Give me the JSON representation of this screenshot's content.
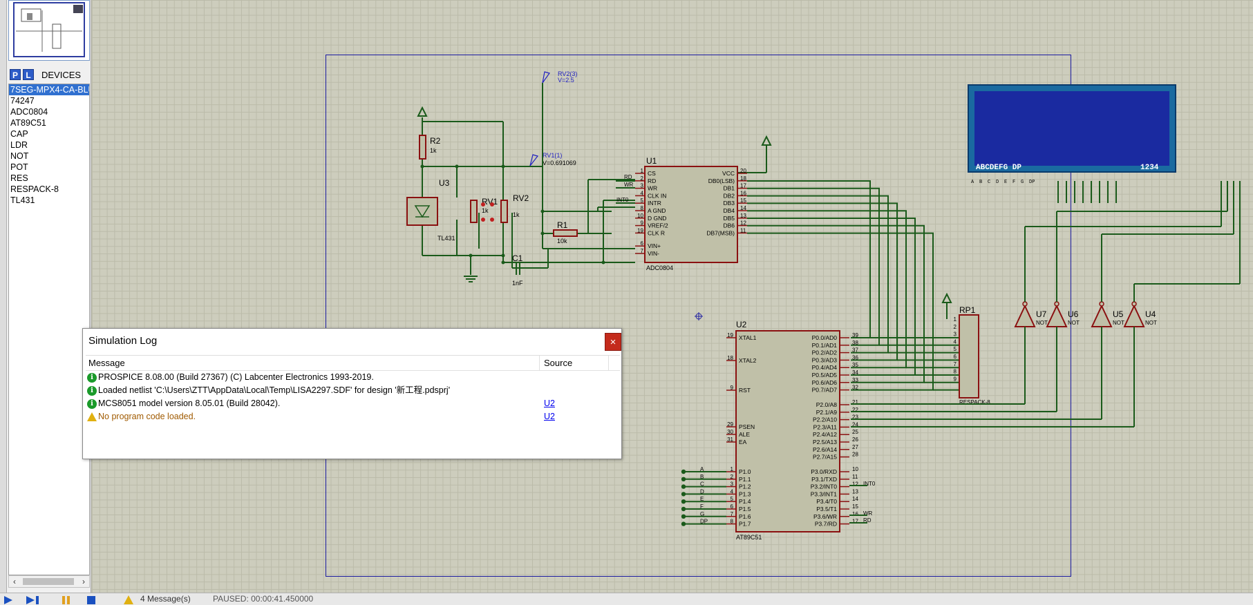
{
  "devices": {
    "p_label": "P",
    "l_label": "L",
    "title": "DEVICES",
    "items": [
      "7SEG-MPX4-CA-BLUE",
      "74247",
      "ADC0804",
      "AT89C51",
      "CAP",
      "LDR",
      "NOT",
      "POT",
      "RES",
      "RESPACK-8",
      "TL431"
    ],
    "selected_index": 0
  },
  "schematic": {
    "probes": {
      "rv2": {
        "name": "RV2(3)",
        "value": "V=2.5"
      },
      "rv1": {
        "name": "RV1(1)",
        "value": "V=0.691069"
      }
    },
    "components": {
      "r2": {
        "ref": "R2",
        "value": "1k"
      },
      "u3": {
        "ref": "U3",
        "type": "TL431"
      },
      "rv1": {
        "ref": "RV1",
        "value": "1k"
      },
      "rv2": {
        "ref": "RV2",
        "value": "1k"
      },
      "r1": {
        "ref": "R1",
        "value": "10k"
      },
      "c1": {
        "ref": "C1",
        "value": "1nF"
      },
      "u1": {
        "ref": "U1",
        "type": "ADC0804"
      },
      "u2": {
        "ref": "U2",
        "type": "AT89C51"
      },
      "rp1": {
        "ref": "RP1",
        "type": "RESPACK-8"
      },
      "u4": {
        "ref": "U4",
        "type": "NOT"
      },
      "u5": {
        "ref": "U5",
        "type": "NOT"
      },
      "u6": {
        "ref": "U6",
        "type": "NOT"
      },
      "u7": {
        "ref": "U7",
        "type": "NOT"
      }
    },
    "adc_left_pins": [
      [
        "CS",
        "1"
      ],
      [
        "RD",
        "2"
      ],
      [
        "WR",
        "3"
      ],
      [
        "CLK IN",
        "4"
      ],
      [
        "INTR",
        "5"
      ],
      [
        "A GND",
        "8"
      ],
      [
        "D GND",
        "10"
      ],
      [
        "VREF/2",
        "9"
      ],
      [
        "CLK R",
        "19"
      ],
      [
        "VIN+",
        "6"
      ],
      [
        "VIN-",
        "7"
      ]
    ],
    "adc_right_pins": [
      [
        "VCC",
        "20"
      ],
      [
        "DB0(LSB)",
        "18"
      ],
      [
        "DB1",
        "17"
      ],
      [
        "DB2",
        "16"
      ],
      [
        "DB3",
        "15"
      ],
      [
        "DB4",
        "14"
      ],
      [
        "DB5",
        "13"
      ],
      [
        "DB6",
        "12"
      ],
      [
        "DB7(MSB)",
        "11"
      ]
    ],
    "adc_net_labels": {
      "rd": "RD",
      "wr": "WR",
      "int0": "INT0"
    },
    "mcu_left_top": [
      [
        "XTAL1",
        "19"
      ],
      [
        "XTAL2",
        "18"
      ],
      [
        "RST",
        "9"
      ],
      [
        "PSEN",
        "29"
      ],
      [
        "ALE",
        "30"
      ],
      [
        "EA",
        "31"
      ]
    ],
    "mcu_port1": [
      [
        "P1.0",
        "1",
        "A"
      ],
      [
        "P1.1",
        "2",
        "B"
      ],
      [
        "P1.2",
        "3",
        "C"
      ],
      [
        "P1.3",
        "4",
        "D"
      ],
      [
        "P1.4",
        "5",
        "E"
      ],
      [
        "P1.5",
        "6",
        "F"
      ],
      [
        "P1.6",
        "7",
        "G"
      ],
      [
        "P1.7",
        "8",
        "DP"
      ]
    ],
    "mcu_port0": [
      [
        "P0.0/AD0",
        "39"
      ],
      [
        "P0.1/AD1",
        "38"
      ],
      [
        "P0.2/AD2",
        "37"
      ],
      [
        "P0.3/AD3",
        "36"
      ],
      [
        "P0.4/AD4",
        "35"
      ],
      [
        "P0.5/AD5",
        "34"
      ],
      [
        "P0.6/AD6",
        "33"
      ],
      [
        "P0.7/AD7",
        "32"
      ]
    ],
    "mcu_port2": [
      [
        "P2.0/A8",
        "21"
      ],
      [
        "P2.1/A9",
        "22"
      ],
      [
        "P2.2/A10",
        "23"
      ],
      [
        "P2.3/A11",
        "24"
      ],
      [
        "P2.4/A12",
        "25"
      ],
      [
        "P2.5/A13",
        "26"
      ],
      [
        "P2.6/A14",
        "27"
      ],
      [
        "P2.7/A15",
        "28"
      ]
    ],
    "mcu_port3": [
      [
        "P3.0/RXD",
        "10"
      ],
      [
        "P3.1/TXD",
        "11"
      ],
      [
        "P3.2/INT0",
        "12"
      ],
      [
        "P3.3/INT1",
        "13"
      ],
      [
        "P3.4/T0",
        "14"
      ],
      [
        "P3.5/T1",
        "15"
      ],
      [
        "P3.6/WR",
        "16"
      ],
      [
        "P3.7/RD",
        "17"
      ]
    ],
    "mcu_p3_labels": {
      "int0": "INT0",
      "wr": "WR",
      "rd": "RD"
    },
    "rp1_pins": [
      "1",
      "2",
      "3",
      "4",
      "5",
      "6",
      "7",
      "8",
      "9"
    ],
    "lcd": {
      "segments_label": "ABCDEFG DP",
      "digits_label": "1234",
      "seg_pins": [
        "A",
        "B",
        "C",
        "D",
        "E",
        "F",
        "G",
        "DP"
      ]
    }
  },
  "log": {
    "title": "Simulation Log",
    "close": "×",
    "col_message": "Message",
    "col_source": "Source",
    "rows": [
      {
        "type": "info",
        "message": "PROSPICE 8.08.00 (Build 27367) (C) Labcenter Electronics 1993-2019.",
        "source": ""
      },
      {
        "type": "info",
        "message": "Loaded netlist 'C:\\Users\\ZTT\\AppData\\Local\\Temp\\LISA2297.SDF' for design '新工程.pdsprj'",
        "source": ""
      },
      {
        "type": "info",
        "message": "MCS8051 model version 8.05.01 (Build 28042).",
        "source": "U2"
      },
      {
        "type": "warning",
        "message": "No program code loaded.",
        "source": "U2"
      }
    ]
  },
  "status": {
    "messages": "4 Message(s)",
    "state": "PAUSED: 00:00:41.450000"
  },
  "colors": {
    "wire": "#1a5a1a",
    "body": "#c0c0a8",
    "outline": "#8a1010",
    "grid_bg": "#cdcdbd",
    "sheet_border": "#1a1aa0"
  }
}
